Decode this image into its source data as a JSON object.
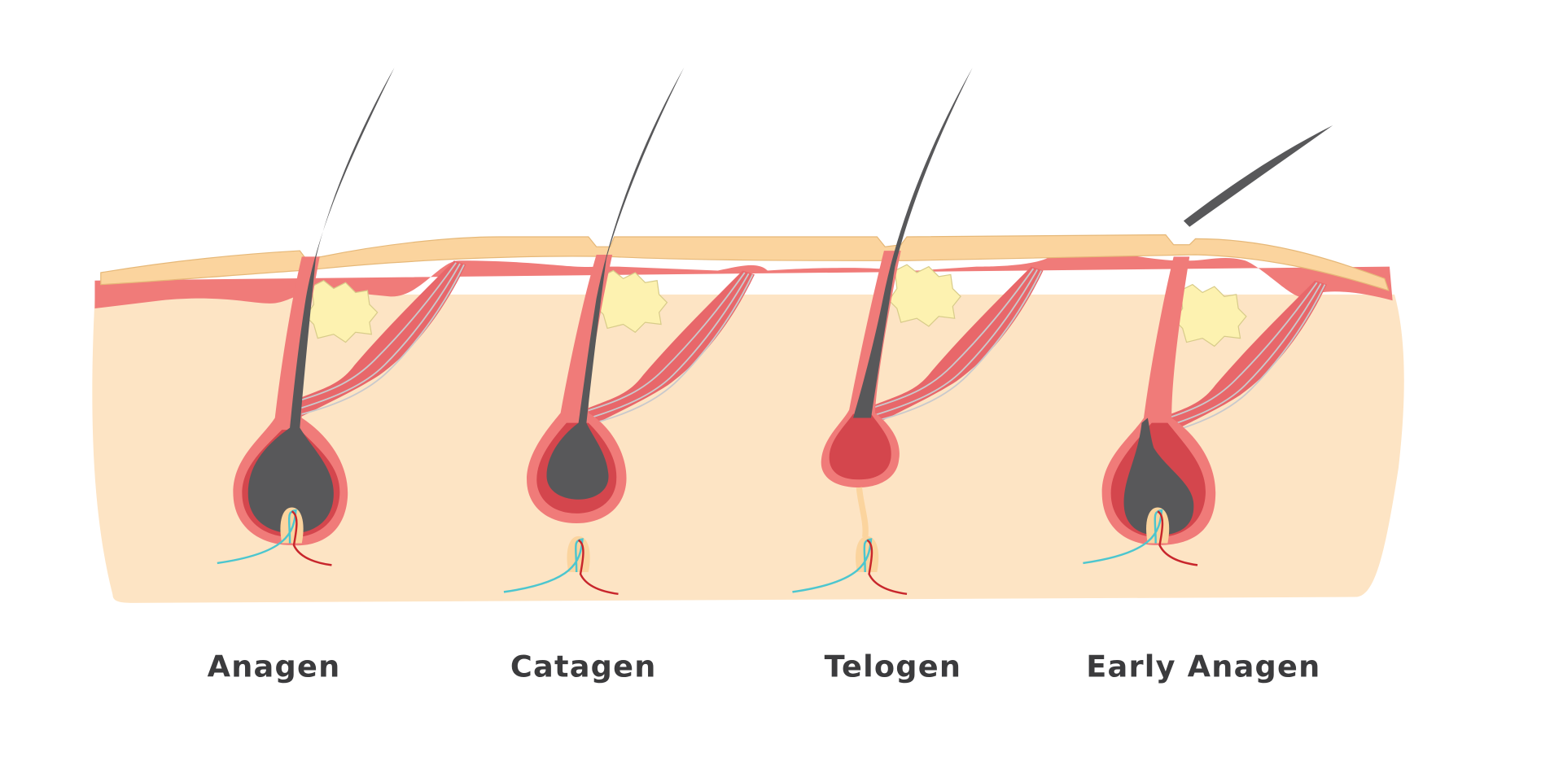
{
  "title": "Hair growth cycle",
  "stages": [
    {
      "label": "Anagen"
    },
    {
      "label": "Catagen"
    },
    {
      "label": "Telogen"
    },
    {
      "label": "Early Anagen"
    }
  ],
  "colors": {
    "dermis": "#fde4c4",
    "epidermis": "#f07b79",
    "stratum_corneum": "#fbd49e",
    "hair": "#58585a",
    "inner_sheath": "#d4464d",
    "sebaceous_gland": "#fdf2b0",
    "muscle": "#e8676a",
    "nerve_blue": "#4cc6cf",
    "artery_red": "#c8262c"
  }
}
